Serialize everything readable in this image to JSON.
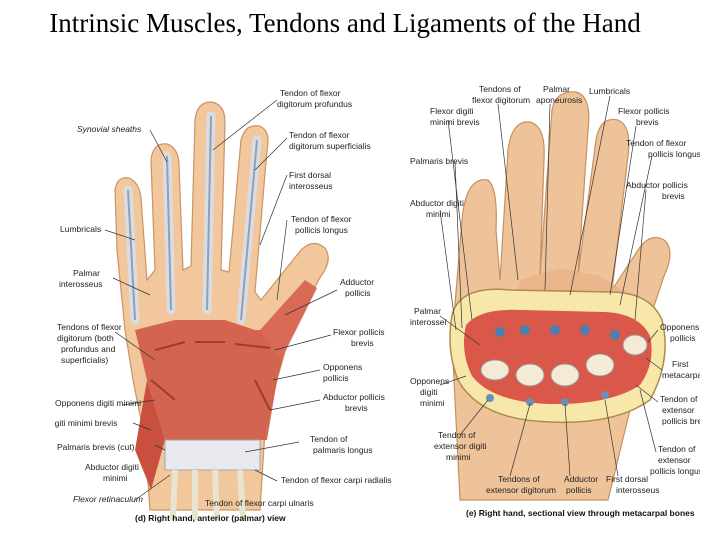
{
  "title": "Intrinsic Muscles, Tendons and Ligaments of the Hand",
  "left_figure": {
    "caption": "(d) Right hand, anterior (palmar) view",
    "labels": {
      "synovial_sheaths": "Synovial sheaths",
      "lumbricals": "Lumbricals",
      "palmar_interosseus": [
        "Palmar",
        "interosseus"
      ],
      "tendons_fds_fdp": [
        "Tendons of flexor",
        "digitorum (both",
        "profundus and",
        "superficialis)"
      ],
      "opponens_digiti_minimi": "Opponens digiti minimi",
      "flexor_digiti_minimi_brevis": "Flexor digiti minimi brevis",
      "palmaris_brevis_cut": "Palmaris brevis (cut)",
      "abductor_digiti_minimi": [
        "Abductor digiti",
        "minimi"
      ],
      "flexor_retinaculum": "Flexor retinaculum",
      "tendon_fdp": [
        "Tendon of flexor",
        "digitorum profundus"
      ],
      "tendon_fds": [
        "Tendon of flexor",
        "digitorum superficialis"
      ],
      "first_dorsal_interosseus": [
        "First dorsal",
        "interosseus"
      ],
      "tendon_fpl": [
        "Tendon of flexor",
        "pollicis longus"
      ],
      "adductor_pollicis": [
        "Adductor",
        "pollicis"
      ],
      "flexor_pollicis_brevis": [
        "Flexor pollicis",
        "brevis"
      ],
      "opponens_pollicis": [
        "Opponens",
        "pollicis"
      ],
      "abductor_pollicis_brevis": [
        "Abductor pollicis",
        "brevis"
      ],
      "tendon_palmaris_longus": [
        "Tendon of",
        "palmaris longus"
      ],
      "tendon_fcr": "Tendon of flexor carpi radialis",
      "tendon_fcu": "Tendon of flexor carpi ulnaris"
    }
  },
  "right_figure": {
    "caption": "(e) Right hand, sectional view through metacarpal bones",
    "labels": {
      "tendons_flexor_digitorum": [
        "Tendons of",
        "flexor digitorum"
      ],
      "palmar_aponeurosis": [
        "Palmar",
        "aponeurosis"
      ],
      "lumbricals": "Lumbricals",
      "flexor_digiti_minimi_brevis": [
        "Flexor digiti",
        "minimi brevis"
      ],
      "flexor_pollicis_brevis": [
        "Flexor pollicis",
        "brevis"
      ],
      "palmaris_brevis": "Palmaris brevis",
      "flexor_pollicis_longus": [
        "Tendon of flexor",
        "pollicis longus"
      ],
      "abductor_digiti_minimi": [
        "Abductor digiti",
        "minimi"
      ],
      "adductor_pollicis_brevis": [
        "Abductor pollicis",
        "brevis"
      ],
      "palmar_interossei": [
        "Palmar",
        "interossei"
      ],
      "opponens_pollicis": [
        "Opponens",
        "pollicis"
      ],
      "opponens_digiti_minimi": [
        "Opponens",
        "digiti",
        "minimi"
      ],
      "first_metacarpal": [
        "First",
        "metacarpal"
      ],
      "tendon_extensor_digiti_minimi": [
        "Tendon of",
        "extensor digiti",
        "minimi"
      ],
      "tendon_extensor_pollicis_brevis": [
        "Tendon of",
        "extensor",
        "pollicis brevis"
      ],
      "tendons_extensor_digitorum": [
        "Tendons of",
        "extensor digitorum"
      ],
      "adductor_pollicis": [
        "Adductor",
        "pollicis"
      ],
      "first_dorsal_interosseus": [
        "First dorsal",
        "interosseus"
      ],
      "tendon_extensor_pollicis_longus": [
        "Tendon of",
        "extensor",
        "pollicis longus"
      ]
    }
  }
}
